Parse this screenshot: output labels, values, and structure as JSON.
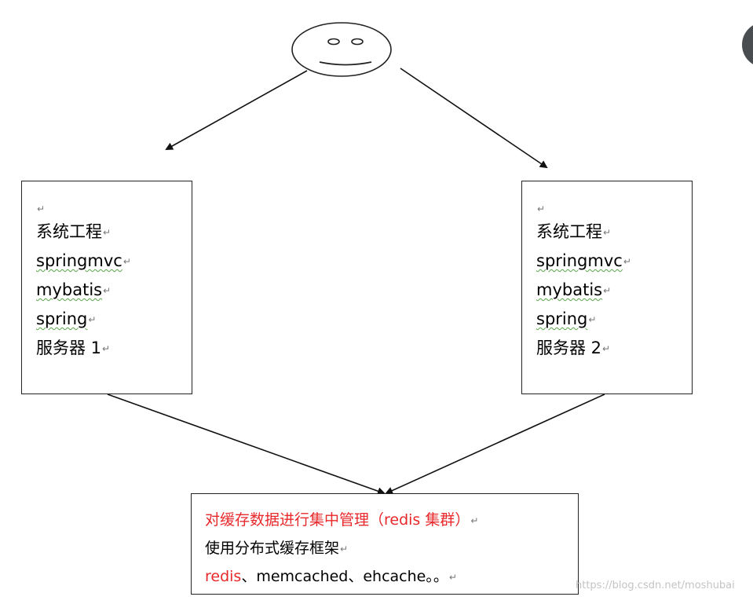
{
  "servers": [
    {
      "lines": [
        "系统工程",
        "springmvc",
        "mybatis",
        "spring",
        "服务器 1"
      ]
    },
    {
      "lines": [
        "系统工程",
        "springmvc",
        "mybatis",
        "spring",
        "服务器 2"
      ]
    }
  ],
  "cache_box": {
    "title": "对缓存数据进行集中管理（redis 集群）",
    "subtitle": "使用分布式缓存框架",
    "frameworks_red": "redis",
    "frameworks_rest": "、memcached、ehcache。。"
  },
  "paragraph_mark": "↵",
  "watermark": "https://blog.csdn.net/moshubai",
  "colors": {
    "highlight": "#e8282a",
    "border": "#222222",
    "spellcheck_underline": "#58a648"
  },
  "icons": {
    "user": "smiley-face-icon",
    "paragraph_mark": "return-arrow-icon"
  }
}
